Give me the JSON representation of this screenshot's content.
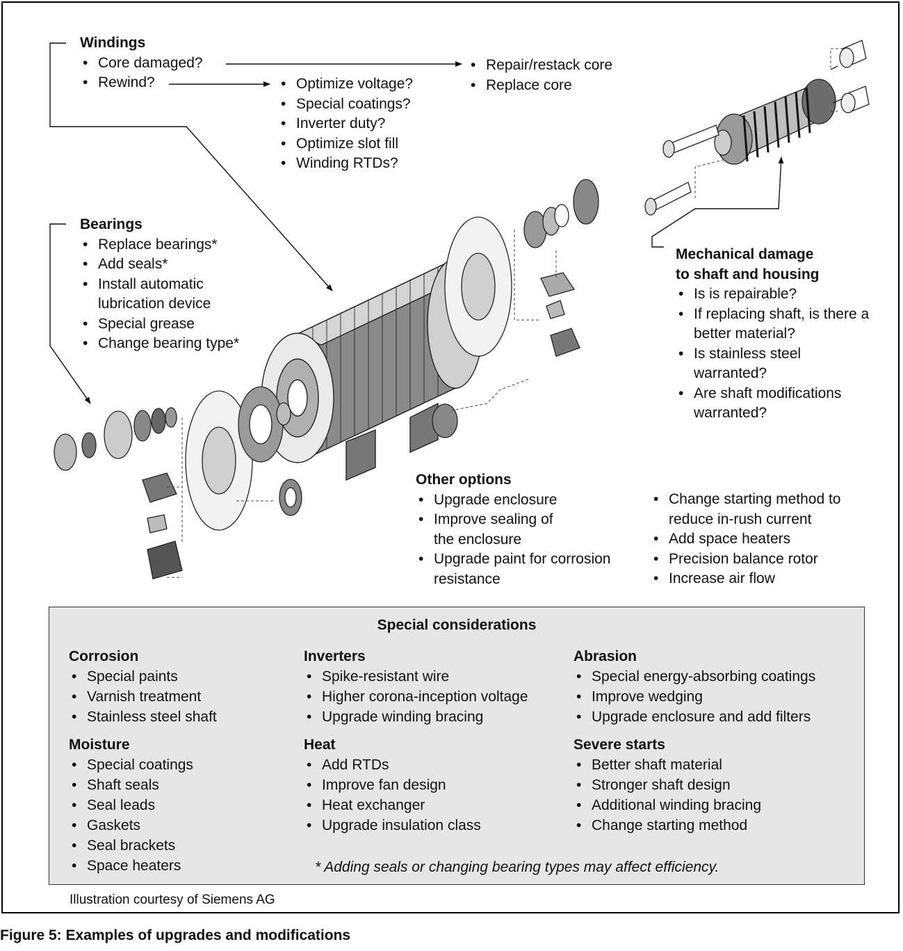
{
  "windings": {
    "heading": "Windings",
    "items": [
      "Core damaged?",
      "Rewind?"
    ]
  },
  "rewind_options": {
    "items": [
      "Optimize voltage?",
      "Special coatings?",
      "Inverter duty?",
      "Optimize slot fill",
      "Winding RTDs?"
    ]
  },
  "core_options": {
    "items": [
      "Repair/restack core",
      "Replace core"
    ]
  },
  "bearings": {
    "heading": "Bearings",
    "items": [
      "Replace bearings*",
      "Add seals*",
      "Install automatic lubrication device",
      "Special grease",
      "Change bearing type*"
    ]
  },
  "mechanical": {
    "heading_line1": "Mechanical damage",
    "heading_line2": "to shaft and housing",
    "items": [
      "Is is repairable?",
      "If replacing shaft, is there a better material?",
      "Is stainless steel warranted?",
      "Are shaft modifications warranted?"
    ]
  },
  "other_options": {
    "heading": "Other options",
    "left_items": [
      "Upgrade enclosure",
      "Improve sealing of the enclosure",
      "Upgrade paint for corrosion resistance"
    ],
    "right_items": [
      "Change starting method to reduce in-rush current",
      "Add space heaters",
      "Precision balance rotor",
      "Increase air flow"
    ]
  },
  "special": {
    "title": "Special considerations",
    "corrosion": {
      "heading": "Corrosion",
      "items": [
        "Special paints",
        "Varnish treatment",
        "Stainless steel shaft"
      ]
    },
    "inverters": {
      "heading": "Inverters",
      "items": [
        "Spike-resistant wire",
        "Higher corona-inception voltage",
        "Upgrade winding bracing"
      ]
    },
    "abrasion": {
      "heading": "Abrasion",
      "items": [
        "Special energy-absorbing coatings",
        "Improve wedging",
        "Upgrade enclosure and add filters"
      ]
    },
    "moisture": {
      "heading": "Moisture",
      "items": [
        "Special coatings",
        "Shaft seals",
        "Seal leads",
        "Gaskets",
        "Seal brackets",
        "Space heaters"
      ]
    },
    "heat": {
      "heading": "Heat",
      "items": [
        "Add RTDs",
        "Improve fan design",
        "Heat exchanger",
        "Upgrade insulation class"
      ]
    },
    "severe_starts": {
      "heading": "Severe starts",
      "items": [
        "Better shaft material",
        "Stronger shaft design",
        "Additional winding bracing",
        "Change starting method"
      ]
    },
    "footnote": "* Adding seals or changing bearing types may affect efficiency."
  },
  "credit": "Illustration courtesy of Siemens AG",
  "caption": "Figure 5: Examples of upgrades and modifications"
}
